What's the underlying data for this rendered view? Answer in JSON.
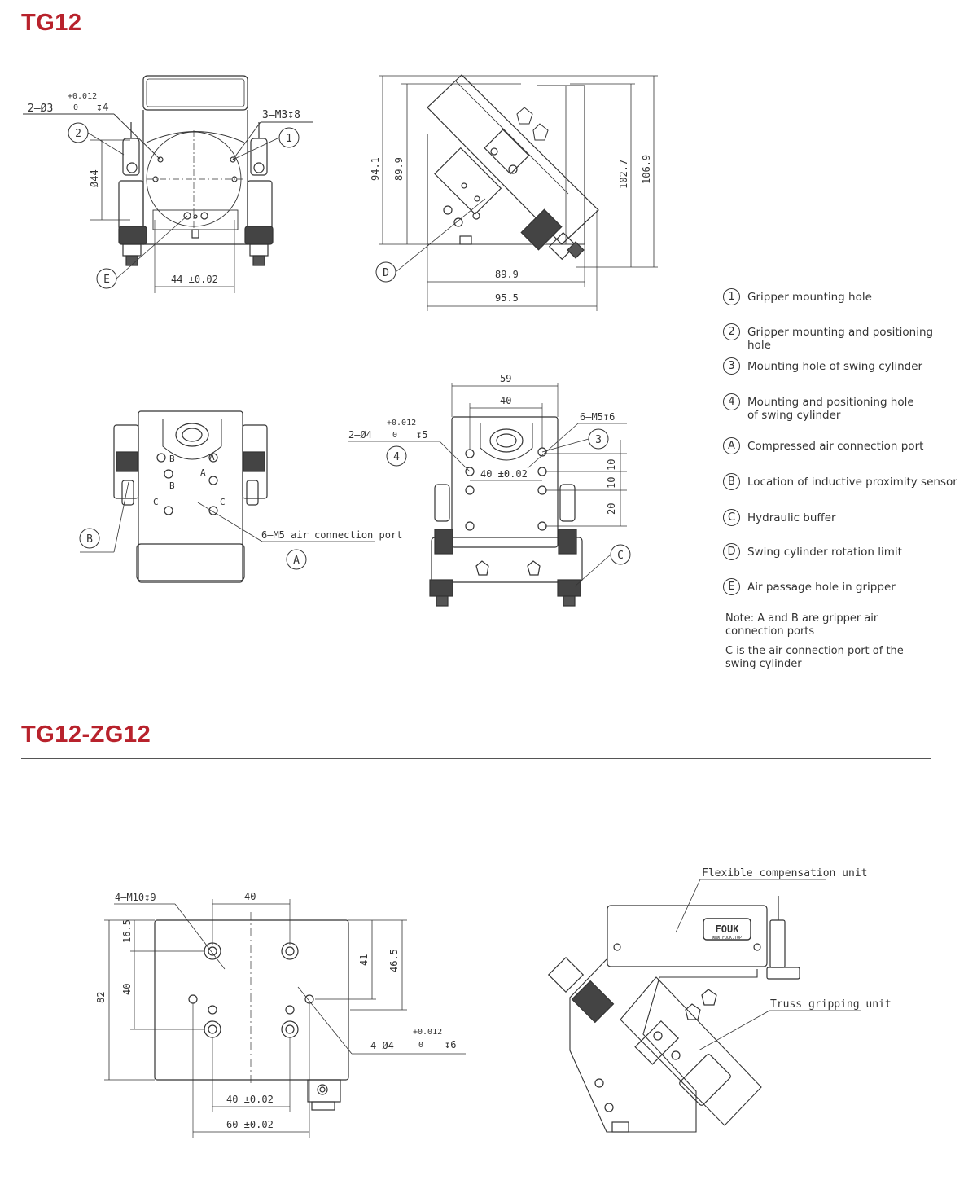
{
  "sections": [
    {
      "title": "TG12"
    },
    {
      "title": "TG12-ZG12"
    }
  ],
  "legend": [
    {
      "key": "1",
      "text": "Gripper mounting hole"
    },
    {
      "key": "2",
      "text": "Gripper mounting and positioning hole"
    },
    {
      "key": "3",
      "text": "Mounting hole of swing cylinder"
    },
    {
      "key": "4",
      "text": "Mounting and positioning hole of swing cylinder"
    },
    {
      "key": "A",
      "text": "Compressed air connection port"
    },
    {
      "key": "B",
      "text": "Location of inductive proximity sensor"
    },
    {
      "key": "C",
      "text": "Hydraulic buffer"
    },
    {
      "key": "D",
      "text": "Swing cylinder rotation limit"
    },
    {
      "key": "E",
      "text": "Air passage hole in gripper"
    }
  ],
  "notes": [
    "Note: A and B are gripper air connection ports",
    "C is the air connection port of the swing cylinder"
  ],
  "drawing1": {
    "hole_label": "2—Ø3",
    "tol_upper": "+0.012",
    "tol_lower": "0",
    "depth": "↧4",
    "thread_label": "3—M3↧8",
    "dia_label": "Ø44",
    "spacing_label": "44 ±0.02",
    "callout_1": "1",
    "callout_2": "2",
    "callout_E": "E"
  },
  "drawing2": {
    "dim_h1": "94.1",
    "dim_h2": "89.9",
    "dim_h3": "102.7",
    "dim_h4": "106.9",
    "dim_w1": "89.9",
    "dim_w2": "95.5",
    "callout_D": "D"
  },
  "drawing3": {
    "port_label": "6—M5 air connection port",
    "letter_A1": "A",
    "letter_A2": "A",
    "letter_B1": "B",
    "letter_B2": "B",
    "letter_C1": "C",
    "letter_C2": "C",
    "callout_A": "A",
    "callout_B": "B"
  },
  "drawing4": {
    "dim_59": "59",
    "dim_40": "40",
    "thread_label": "6—M5↧6",
    "hole_label": "2—Ø4",
    "tol_upper": "+0.012",
    "tol_lower": "0",
    "depth": "↧5",
    "spacing_label": "40 ±0.02",
    "dim_10a": "10",
    "dim_10b": "10",
    "dim_20": "20",
    "callout_3": "3",
    "callout_4": "4",
    "callout_C": "C"
  },
  "drawing5": {
    "thread_label": "4—M10↧9",
    "dim_40_top": "40",
    "dim_16_5": "16.5",
    "dim_82": "82",
    "dim_40_left": "40",
    "dim_41": "41",
    "dim_46_5": "46.5",
    "hole_label": "4—Ø4",
    "tol_upper": "+0.012",
    "tol_lower": "0",
    "depth": "↧6",
    "spacing_40": "40 ±0.02",
    "spacing_60": "60 ±0.02"
  },
  "drawing6": {
    "label_flex": "Flexible compensation unit",
    "label_truss": "Truss gripping unit",
    "logo_text": "FOUK",
    "logo_sub": "WWW.FOUK.TOP"
  }
}
